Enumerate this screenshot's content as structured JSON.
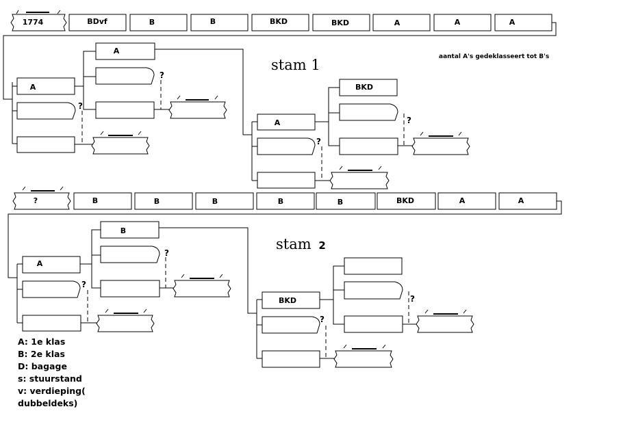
{
  "note": "aantal A's gedeklasseert tot B's",
  "stam1": {
    "title": "stam 1",
    "train": [
      "1774",
      "BDvf",
      "B",
      "B",
      "BKD",
      "BKD",
      "A",
      "A",
      "A"
    ],
    "tree_a": {
      "top": "A",
      "mid": "A",
      "q1": "?",
      "q2": "?"
    },
    "tree_b": {
      "top": "BKD",
      "mid": "A",
      "q1": "?",
      "q2": "?"
    }
  },
  "stam2": {
    "title_word": "stam",
    "title_num": "2",
    "train": [
      "?",
      "B",
      "B",
      "B",
      "B",
      "B",
      "BKD",
      "A",
      "A"
    ],
    "tree_a": {
      "top": "B",
      "mid": "A",
      "q1": "?",
      "q2": "?"
    },
    "tree_b": {
      "top": "",
      "mid": "BKD",
      "q1": "?",
      "q2": "?"
    }
  },
  "legend": [
    "A: 1e klas",
    "B: 2e klas",
    "D: bagage",
    "s: stuurstand",
    "v: verdieping(",
    "dubbeldeks)"
  ]
}
